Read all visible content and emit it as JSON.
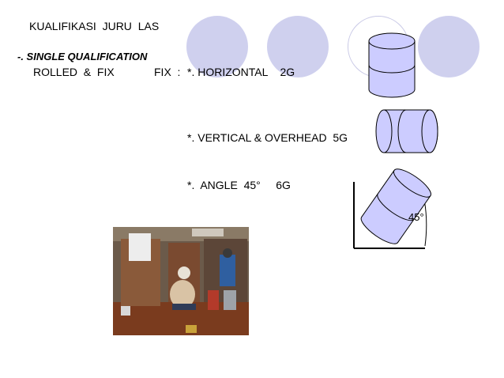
{
  "slide": {
    "title": "KUALIFIKASI  JURU  LAS",
    "section": "-. SINGLE QUALIFICATION",
    "row1_label": "ROLLED  &  FIX",
    "row1_fix": "FIX  :",
    "row1_pos": "*. HORIZONTAL    2G",
    "row2_pos": "*. VERTICAL & OVERHEAD  5G",
    "row3_pos": "*.  ANGLE  45°     6G",
    "angle_label": "45°"
  },
  "colors": {
    "accent_circle": "#cfd0ee",
    "cylinder_fill": "#ccccff",
    "cylinder_stroke": "#000000"
  },
  "icons": [
    "decorative-circles",
    "horizontal-pipe-cylinder",
    "vertical-pipe-cylinder",
    "angled-pipe-cylinder",
    "welding-photo"
  ]
}
